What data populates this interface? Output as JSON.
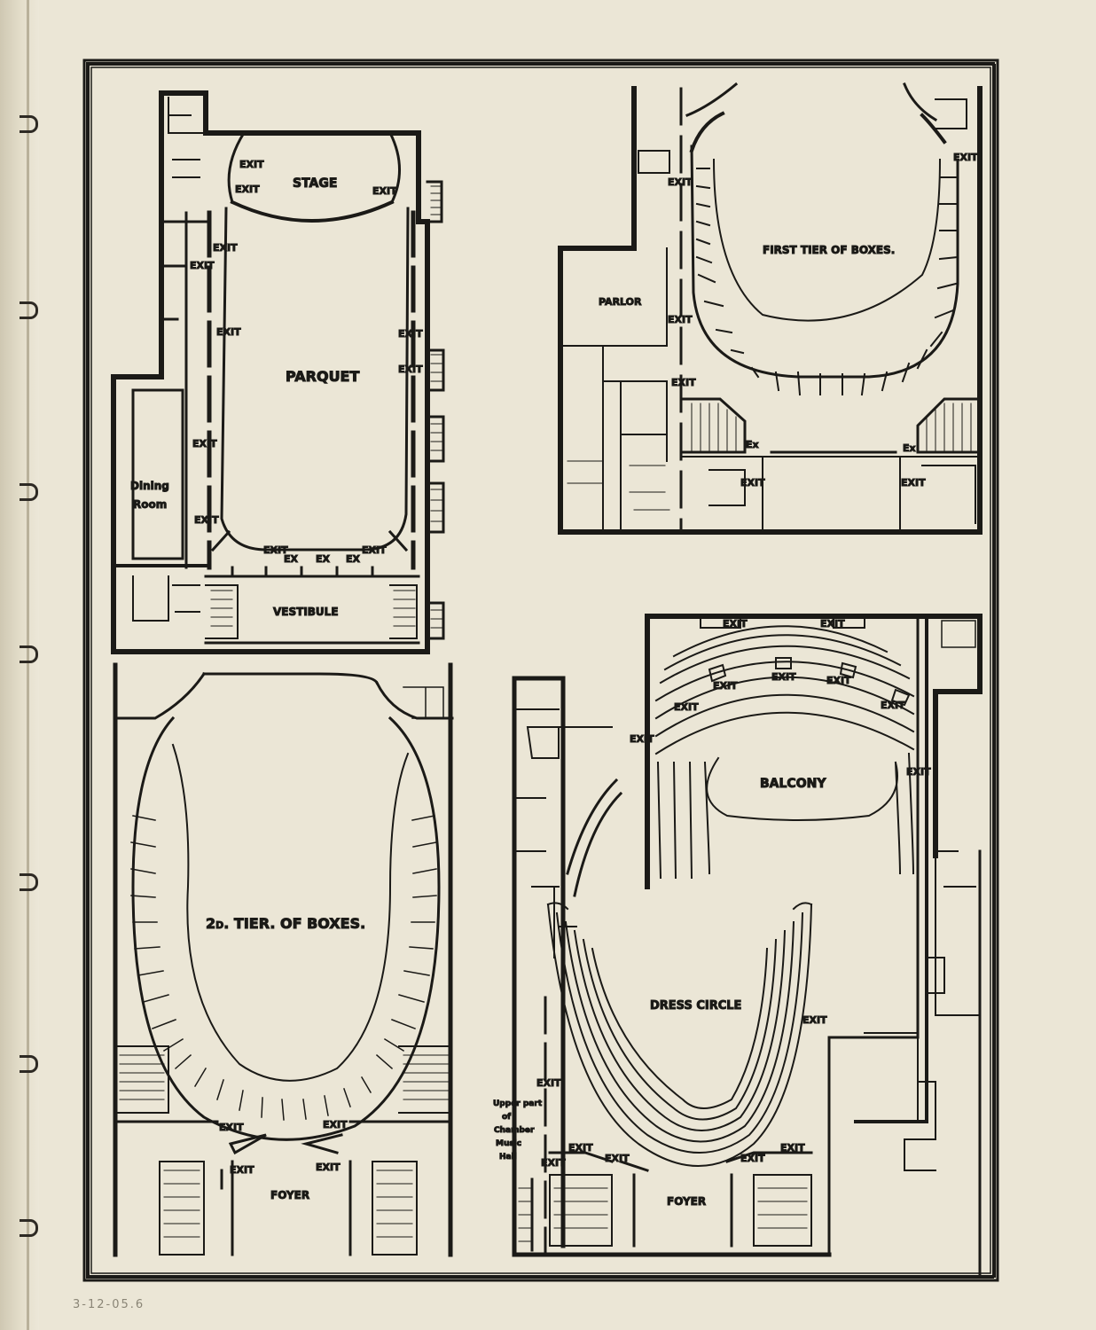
{
  "rooms": {
    "stage": "STAGE",
    "parquet": "PARQUET",
    "vestibule": "VESTIBULE",
    "dining_line1": "Dining",
    "dining_line2": "Room",
    "first_tier": "FIRST TIER OF BOXES.",
    "parlor": "PARLOR",
    "second_tier": "2d. TIER. OF BOXES.",
    "foyer_left": "FOYER",
    "balcony": "BALCONY",
    "dress_circle": "DRESS CIRCLE",
    "foyer_right": "FOYER",
    "chamber_line1": "Upper part",
    "chamber_line2": "of",
    "chamber_line3": "Chamber",
    "chamber_line4": "Music",
    "chamber_line5": "Hall"
  },
  "exits": {
    "exit": "EXIT",
    "ex": "EX",
    "ex_lower": "Ex"
  },
  "annotation": "3-12-05.6",
  "colors": {
    "paper": "#ebe6d6",
    "ink": "#1b1a17"
  }
}
